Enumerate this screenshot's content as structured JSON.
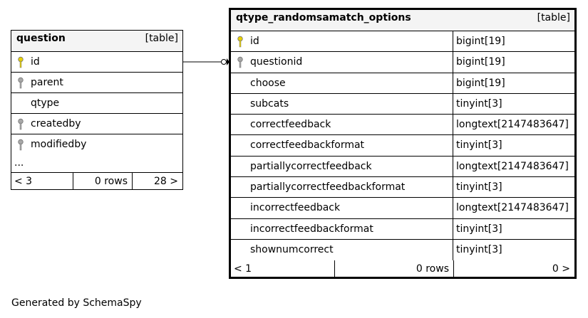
{
  "tables": [
    {
      "name": "question",
      "kind": "[table]",
      "columns": [
        {
          "name": "id",
          "key": "primary"
        },
        {
          "name": "parent",
          "key": "foreign"
        },
        {
          "name": "qtype",
          "key": "none"
        },
        {
          "name": "createdby",
          "key": "foreign"
        },
        {
          "name": "modifiedby",
          "key": "foreign"
        }
      ],
      "ellipsis": "...",
      "footer": {
        "left": "< 3",
        "mid": "0 rows",
        "right": "28 >"
      }
    },
    {
      "name": "qtype_randomsamatch_options",
      "kind": "[table]",
      "columns": [
        {
          "name": "id",
          "type": "bigint[19]",
          "key": "primary"
        },
        {
          "name": "questionid",
          "type": "bigint[19]",
          "key": "foreign"
        },
        {
          "name": "choose",
          "type": "bigint[19]",
          "key": "none"
        },
        {
          "name": "subcats",
          "type": "tinyint[3]",
          "key": "none"
        },
        {
          "name": "correctfeedback",
          "type": "longtext[2147483647]",
          "key": "none"
        },
        {
          "name": "correctfeedbackformat",
          "type": "tinyint[3]",
          "key": "none"
        },
        {
          "name": "partiallycorrectfeedback",
          "type": "longtext[2147483647]",
          "key": "none"
        },
        {
          "name": "partiallycorrectfeedbackformat",
          "type": "tinyint[3]",
          "key": "none"
        },
        {
          "name": "incorrectfeedback",
          "type": "longtext[2147483647]",
          "key": "none"
        },
        {
          "name": "incorrectfeedbackformat",
          "type": "tinyint[3]",
          "key": "none"
        },
        {
          "name": "shownumcorrect",
          "type": "tinyint[3]",
          "key": "none"
        }
      ],
      "footer": {
        "left": "< 1",
        "mid": "0 rows",
        "right": "0 >"
      }
    }
  ],
  "colors": {
    "primary_key": "#e8d000",
    "foreign_key": "#a8a8a8",
    "header_bg": "#f4f4f4"
  },
  "generated_by": "Generated by SchemaSpy"
}
